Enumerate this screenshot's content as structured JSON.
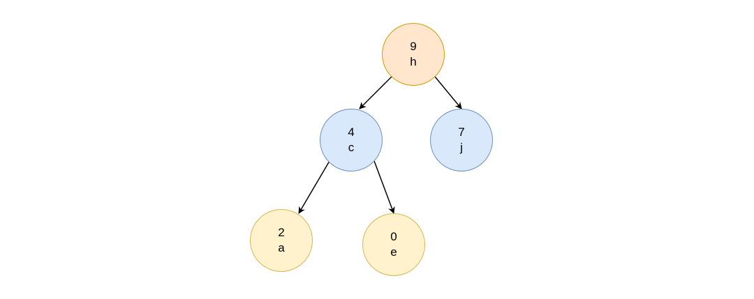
{
  "nodes": [
    {
      "id": "h",
      "value": "9",
      "label": "h",
      "fill": "#ffe6cc",
      "stroke": "#d79b00"
    },
    {
      "id": "c",
      "value": "4",
      "label": "c",
      "fill": "#dae8fc",
      "stroke": "#6c8ebf"
    },
    {
      "id": "j",
      "value": "7",
      "label": "j",
      "fill": "#dae8fc",
      "stroke": "#6c8ebf"
    },
    {
      "id": "a",
      "value": "2",
      "label": "a",
      "fill": "#fff2cc",
      "stroke": "#d6b656"
    },
    {
      "id": "e",
      "value": "0",
      "label": "e",
      "fill": "#fff2cc",
      "stroke": "#d6b656"
    }
  ],
  "edges": [
    {
      "from": "h",
      "to": "c"
    },
    {
      "from": "h",
      "to": "j"
    },
    {
      "from": "c",
      "to": "a"
    },
    {
      "from": "c",
      "to": "e"
    }
  ],
  "colors": {
    "edge": "#000000"
  }
}
